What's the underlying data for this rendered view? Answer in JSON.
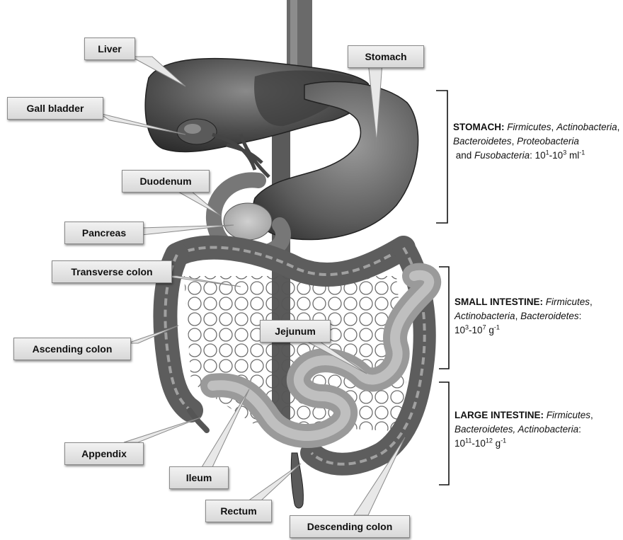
{
  "labels": {
    "liver": "Liver",
    "gall_bladder": "Gall bladder",
    "duodenum": "Duodenum",
    "pancreas": "Pancreas",
    "transverse_colon": "Transverse colon",
    "ascending_colon": "Ascending colon",
    "appendix": "Appendix",
    "ileum": "Ileum",
    "rectum": "Rectum",
    "stomach": "Stomach",
    "jejunum": "Jejunum",
    "descending_colon": "Descending colon"
  },
  "stomach_panel": {
    "heading": "STOMACH:",
    "taxa1": "Firmicutes",
    "sep1": ",",
    "taxa2": "Actinobacteria",
    "sep2": ",",
    "taxa3": "Bacteroidetes",
    "sep3": ",",
    "taxa4": "Proteobacteria",
    "and": " and ",
    "taxa5": "Fusobacteria",
    "colon": ":",
    "c1_base": "10",
    "c1_exp": "1",
    "dash": "-",
    "c2_base": "10",
    "c2_exp": "3",
    "unit": " ml",
    "unit_exp": "-1"
  },
  "small_panel": {
    "heading": "SMALL INTESTINE:",
    "taxa1": "Firmicutes",
    "sep1": ",",
    "taxa2": "Actinobacteria",
    "sep2": ",",
    "taxa3": "Bacteroidetes",
    "colon": ":",
    "c1_base": "10",
    "c1_exp": "3",
    "dash": "-",
    "c2_base": "10",
    "c2_exp": "7",
    "unit": " g",
    "unit_exp": "-1"
  },
  "large_panel": {
    "heading": "LARGE INTESTINE:",
    "taxa1": "Firmicutes",
    "sep1": ",",
    "taxa2": "Bacteroidetes, Actinobacteria",
    "colon": ":",
    "c1_base": "10",
    "c1_exp": "11",
    "dash": "-",
    "c2_base": "10",
    "c2_exp": "12",
    "unit": " g",
    "unit_exp": "-1"
  },
  "colors": {
    "organ_dark": "#4a4a4a",
    "organ_mid": "#7a7a7a",
    "organ_light": "#b5b5b5",
    "label_bg": "#e3e3e3",
    "bracket": "#111111"
  }
}
